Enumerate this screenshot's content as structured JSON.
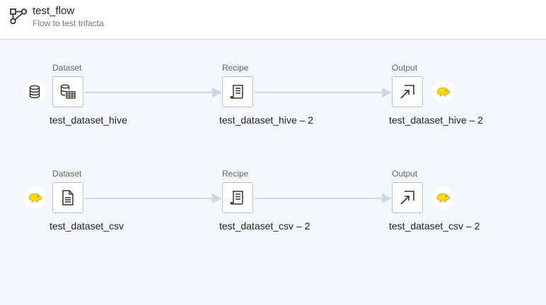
{
  "flow": {
    "title": "test_flow",
    "subtitle": "Flow to test trifacta",
    "icon": "flow-icon"
  },
  "rows": [
    {
      "source_badge_icon": "database-icon",
      "dataset": {
        "caption": "Dataset",
        "label": "test_dataset_hive",
        "icon": "hive-table-icon"
      },
      "recipe": {
        "caption": "Recipe",
        "label": "test_dataset_hive – 2",
        "icon": "recipe-icon"
      },
      "output": {
        "caption": "Output",
        "label": "test_dataset_hive – 2",
        "icon": "output-arrow-icon"
      },
      "output_badge_icon": "hadoop-elephant-icon"
    },
    {
      "source_badge_icon": "hadoop-elephant-icon",
      "dataset": {
        "caption": "Dataset",
        "label": "test_dataset_csv",
        "icon": "csv-file-icon"
      },
      "recipe": {
        "caption": "Recipe",
        "label": "test_dataset_csv – 2",
        "icon": "recipe-icon"
      },
      "output": {
        "caption": "Output",
        "label": "test_dataset_csv – 2",
        "icon": "output-arrow-icon"
      },
      "output_badge_icon": "hadoop-elephant-icon"
    }
  ],
  "colors": {
    "canvas_bg": "#f4f7fb",
    "node_border": "#b8c1cc",
    "edge": "#cfd8e2",
    "hadoop_yellow": "#f5d90a"
  }
}
